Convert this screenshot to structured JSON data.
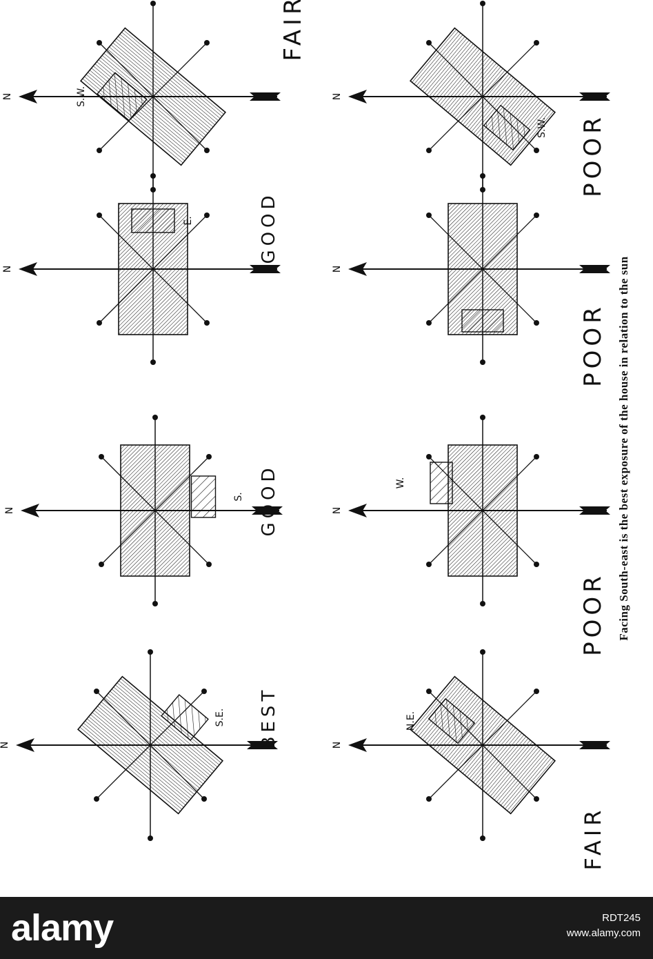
{
  "figure": {
    "caption": "Facing South-east is the best exposure of the house in relation to the sun",
    "rating_labels": [
      "BEST",
      "GOOD",
      "GOOD",
      "FAIR",
      "FAIR",
      "POOR",
      "POOR",
      "POOR"
    ],
    "panels": [
      {
        "id": "p1",
        "north": "N",
        "rating": "BEST",
        "wing": "S.E.",
        "rotated": true,
        "hatch": "vertical"
      },
      {
        "id": "p2",
        "north": "N",
        "rating": "GOOD",
        "wing": "S.",
        "rotated": false,
        "hatch": "diagonal"
      },
      {
        "id": "p3",
        "north": "N",
        "rating": "GOOD",
        "wing": "E.",
        "rotated": false,
        "hatch": "diagonal"
      },
      {
        "id": "p4",
        "north": "N",
        "rating": "FAIR",
        "wing": "S.W.",
        "rotated": true,
        "hatch": "vertical"
      },
      {
        "id": "p5",
        "north": "N",
        "rating": "FAIR",
        "wing": "N.E.",
        "rotated": true,
        "hatch": "horizontal"
      },
      {
        "id": "p6",
        "north": "N",
        "rating": "POOR",
        "wing": "W.",
        "rotated": false,
        "hatch": "diagonal"
      },
      {
        "id": "p7",
        "north": "N",
        "rating": "POOR",
        "wing": "",
        "rotated": false,
        "hatch": "diagonal"
      },
      {
        "id": "p8",
        "north": "N",
        "rating": "POOR",
        "wing": "S.W.",
        "rotated": true,
        "hatch": "horizontal"
      }
    ]
  },
  "footer": {
    "brand": "alamy",
    "image_code": "RDT245",
    "site": "www.alamy.com"
  },
  "colors": {
    "ink": "#111111",
    "footer_bg": "#1b1b1b",
    "footer_text": "#ffffff"
  }
}
